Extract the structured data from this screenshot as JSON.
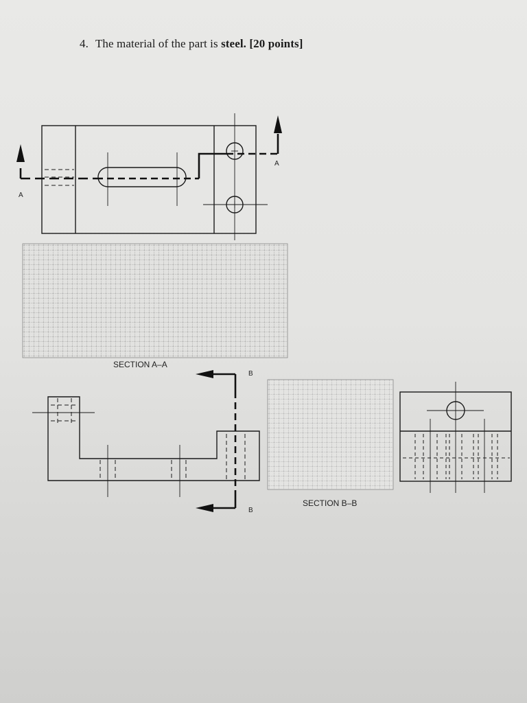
{
  "question": {
    "number": "4.",
    "text_prefix": "The material of the part is ",
    "material": "steel.",
    "points": "[20 points]"
  },
  "labels": {
    "cutting_plane_a_left": "A",
    "cutting_plane_a_right": "A",
    "section_a_title": "SECTION A–A",
    "cutting_plane_b_top": "B",
    "cutting_plane_b_bottom": "B",
    "section_b_title": "SECTION B–B"
  }
}
